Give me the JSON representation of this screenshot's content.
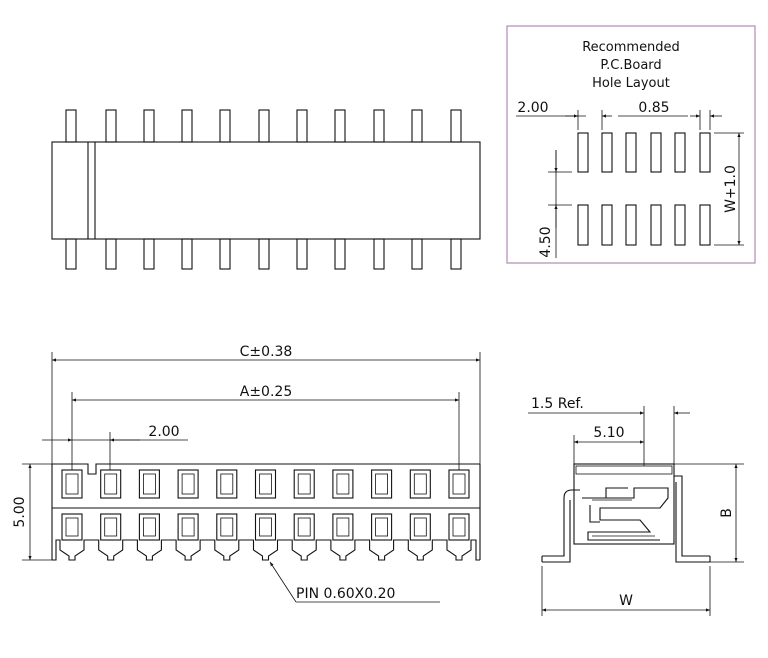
{
  "pcb_layout": {
    "title_line1": "Recommended",
    "title_line2": "P.C.Board",
    "title_line3": "Hole Layout",
    "pitch": "2.00",
    "hole_width": "0.85",
    "row_spacing": "4.50",
    "row_height": "W+1.0"
  },
  "front_view": {
    "overall_length": "C±0.38",
    "pin_span": "A±0.25",
    "pitch": "2.00",
    "height": "5.00",
    "pin_callout": "PIN  0.60X0.20"
  },
  "side_view": {
    "ref": "1.5  Ref.",
    "depth": "5.10",
    "height": "B",
    "width": "W"
  },
  "colors": {
    "line": "#111111",
    "frame": "#b48ab4"
  }
}
